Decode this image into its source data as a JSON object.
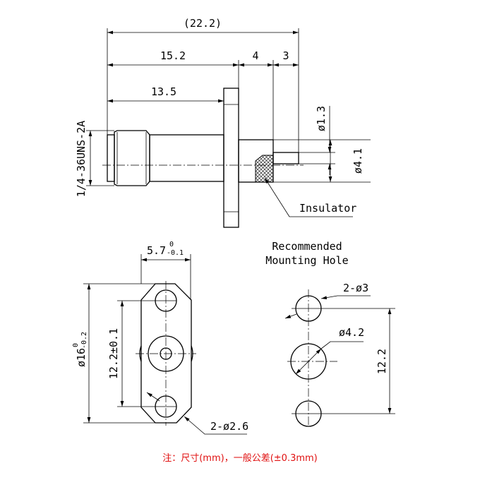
{
  "side_view": {
    "dim_overall": "(22.2)",
    "dim_15_2": "15.2",
    "dim_4": "4",
    "dim_3": "3",
    "dim_13_5": "13.5",
    "thread": "1/4-36UNS-2A",
    "dim_pin": "ø1.3",
    "dim_body": "ø4.1",
    "insulator": "Insulator"
  },
  "front_view": {
    "width": "5.7",
    "width_tol_upper": "0",
    "width_tol_lower": "-0.1",
    "diameter": "ø16",
    "diameter_tol_upper": "0",
    "diameter_tol_lower": "-0.2",
    "hole_spacing": "12.2±0.1",
    "holes": "2-ø2.6"
  },
  "mounting_hole": {
    "title_line1": "Recommended",
    "title_line2": "Mounting Hole",
    "holes": "2-ø3",
    "center": "ø4.2",
    "spacing": "12.2"
  },
  "note": "注：尺寸(mm)，一般公差(±0.3mm)"
}
